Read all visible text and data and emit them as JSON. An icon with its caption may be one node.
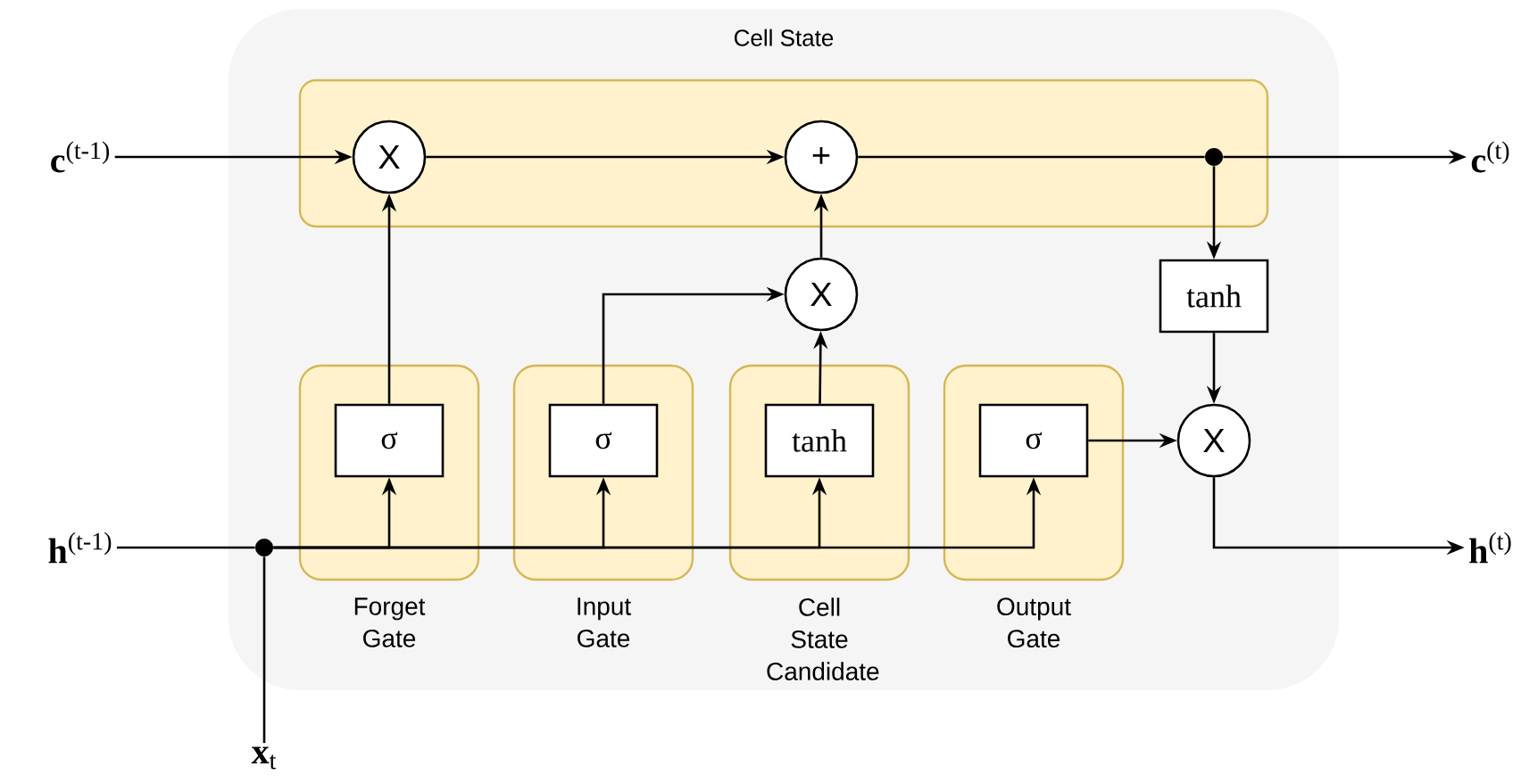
{
  "diagram": {
    "nodes": [
      {
        "text": [
          "Cell State"
        ]
      },
      {
        "text": [],
        "shape": "box",
        "in": 0
      },
      {
        "text": [
          "X"
        ],
        "in": 1
      },
      {
        "text": [
          "+"
        ],
        "in": 1
      },
      {
        "text": [],
        "shape": "circle",
        "in": 1
      },
      {
        "text": [
          "**c**$^{(t-1)}$"
        ]
      },
      {
        "text": [
          "**c**$^{(t)}$"
        ]
      },
      {
        "text": [
          "X"
        ],
        "in": 0
      },
      {
        "text": [
          "tanh"
        ],
        "in": 0
      },
      {
        "text": [
          "Forget Gate"
        ],
        "in": 0
      },
      {
        "text": [
          "σ"
        ],
        "in": 9
      },
      {
        "text": [
          "Input Gate"
        ],
        "in": 0
      },
      {
        "text": [
          "σ"
        ],
        "in": 11
      },
      {
        "text": [
          "Cell State Candidate"
        ],
        "in": 0
      },
      {
        "text": [
          "tanh"
        ],
        "in": 13
      },
      {
        "text": [
          "Output Gate"
        ],
        "in": 0
      },
      {
        "text": [
          "σ"
        ],
        "in": 15
      },
      {
        "text": [
          "X"
        ],
        "in": 0
      },
      {
        "text": [
          "**h**$^{(t-1)}$"
        ]
      },
      {
        "text": [
          "**h**$^{(t)}$"
        ]
      },
      {
        "text": [
          "**x**$_{t}$"
        ]
      },
      {
        "text": [],
        "shape": "circle",
        "in": 0
      }
    ],
    "edges": [
      {
        "from": 5,
        "to": 2,
        "arrow": "to"
      },
      {
        "from": 2,
        "to": 3,
        "arrow": "to"
      },
      {
        "from": 3,
        "to": 4,
        "arrow": "none"
      },
      {
        "from": 4,
        "to": 6,
        "arrow": "to"
      },
      {
        "from": 4,
        "to": 8,
        "arrow": "to"
      },
      {
        "from": 8,
        "to": 17,
        "arrow": "to"
      },
      {
        "from": 10,
        "to": 2,
        "arrow": "to"
      },
      {
        "from": 12,
        "to": 7,
        "arrow": "to"
      },
      {
        "from": 14,
        "to": 7,
        "arrow": "to"
      },
      {
        "from": 7,
        "to": 3,
        "arrow": "to"
      },
      {
        "from": 16,
        "to": 17,
        "arrow": "to"
      },
      {
        "from": 17,
        "to": 19,
        "arrow": "to"
      },
      {
        "from": 18,
        "to": 21,
        "arrow": "none"
      },
      {
        "from": 20,
        "to": 21,
        "arrow": "none"
      },
      {
        "from": 21,
        "to": 10,
        "arrow": "to"
      },
      {
        "from": 21,
        "to": 12,
        "arrow": "to"
      },
      {
        "from": 21,
        "to": 14,
        "arrow": "to"
      },
      {
        "from": 21,
        "to": 16,
        "arrow": "to"
      }
    ]
  }
}
